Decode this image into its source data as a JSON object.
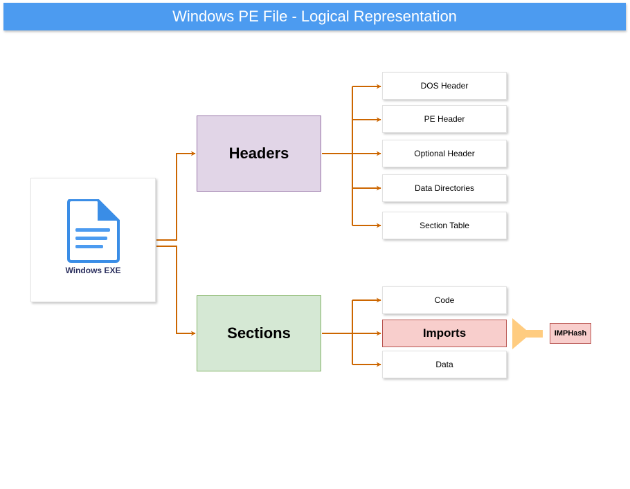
{
  "title": "Windows PE File - Logical Representation",
  "exe": {
    "label": "Windows EXE",
    "icon": "document-icon"
  },
  "headers": {
    "label": "Headers",
    "items": [
      {
        "label": "DOS Header"
      },
      {
        "label": "PE Header"
      },
      {
        "label": "Optional Header"
      },
      {
        "label": "Data Directories"
      },
      {
        "label": "Section Table"
      }
    ]
  },
  "sections": {
    "label": "Sections",
    "items": [
      {
        "label": "Code"
      },
      {
        "label": "Imports"
      },
      {
        "label": "Data"
      }
    ]
  },
  "imphash": {
    "label": "IMPHash"
  },
  "colors": {
    "title_bar": "#4c9bf0",
    "connector": "#cc6600",
    "headers_fill": "#e1d5e7",
    "headers_border": "#9673a6",
    "sections_fill": "#d5e8d4",
    "sections_border": "#82b366",
    "imports_fill": "#f8cecc",
    "imports_border": "#b85450",
    "funnel": "#ffcc80",
    "doc_icon": "#3a8de6"
  }
}
